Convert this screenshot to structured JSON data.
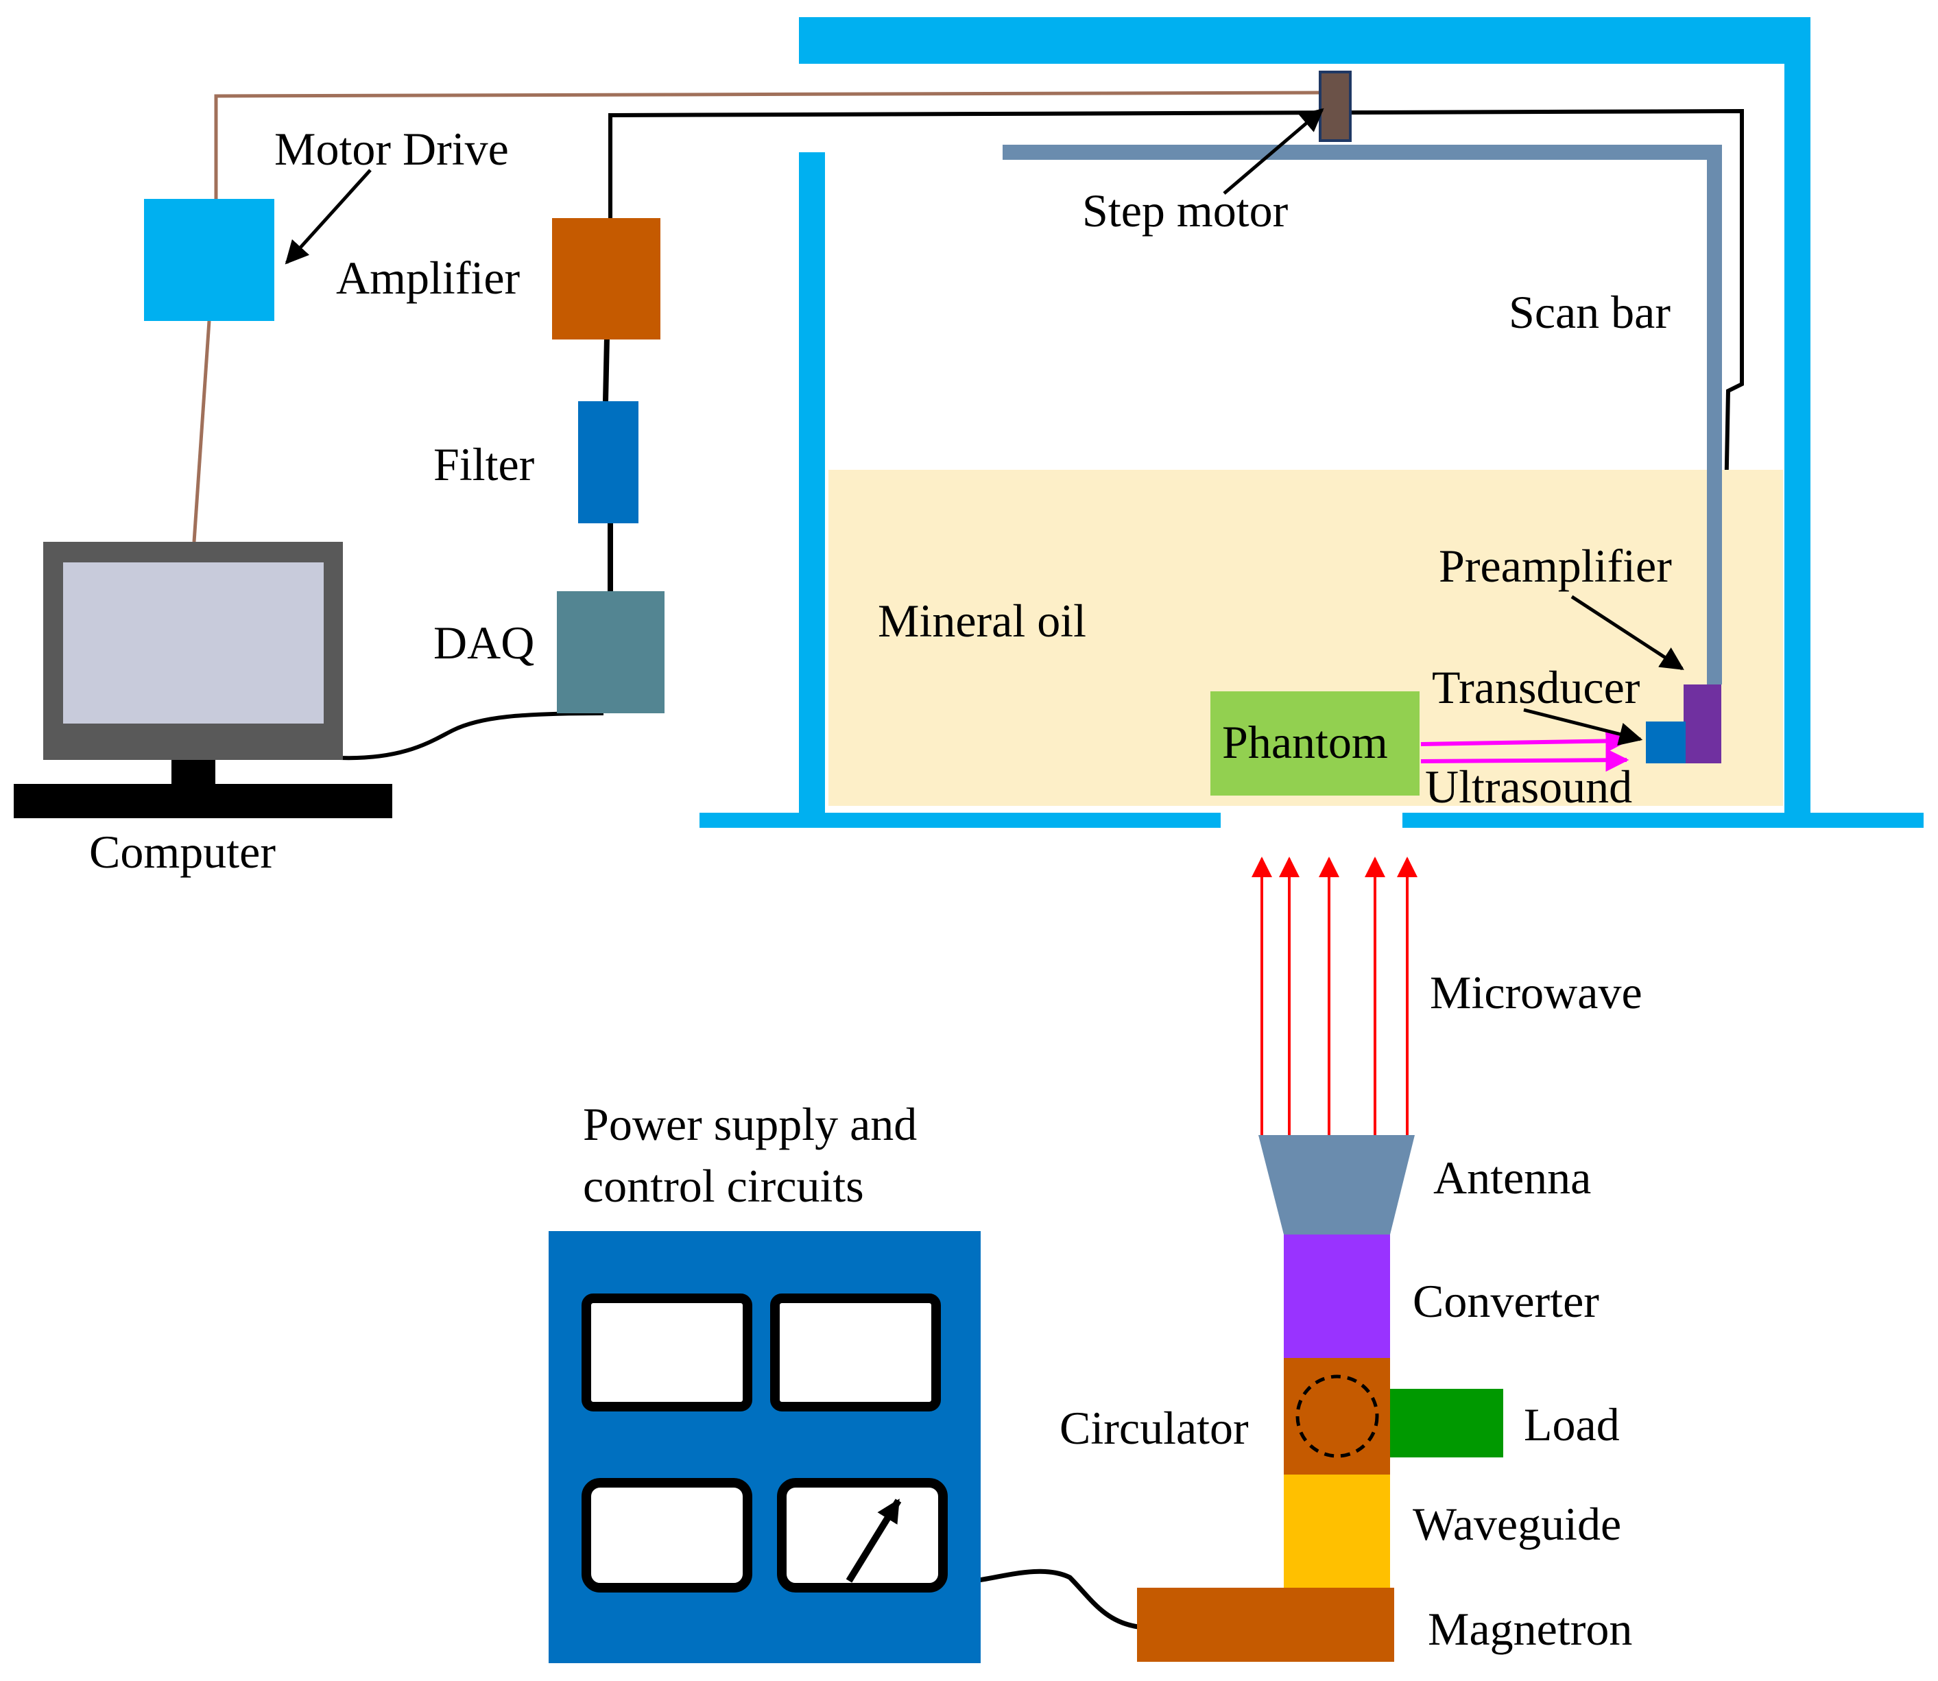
{
  "labels": {
    "motor_drive": "Motor Drive",
    "amplifier": "Amplifier",
    "filter": "Filter",
    "daq": "DAQ",
    "computer": "Computer",
    "step_motor": "Step motor",
    "scan_bar": "Scan bar",
    "mineral_oil": "Mineral oil",
    "preamplifier": "Preamplifier",
    "transducer": "Transducer",
    "phantom": "Phantom",
    "ultrasound": "Ultrasound",
    "microwave": "Microwave",
    "power_supply_line1": "Power supply and",
    "power_supply_line2": "control circuits",
    "antenna": "Antenna",
    "converter": "Converter",
    "circulator": "Circulator",
    "load": "Load",
    "waveguide": "Waveguide",
    "magnetron": "Magnetron"
  },
  "colors": {
    "tank": "#00b0f0",
    "motor_drive": "#00b0f0",
    "amplifier": "#c55a00",
    "filter": "#0070c0",
    "daq": "#538592",
    "monitor_frame": "#595959",
    "monitor_screen": "#c8cbdb",
    "step_motor": "#6b5248",
    "scan_bar": "#6a8cae",
    "mineral_oil": "#fdefc8",
    "phantom": "#92d050",
    "preamplifier": "#7030a0",
    "transducer": "#0070c0",
    "ultrasound": "#ff00ff",
    "microwave": "#ff0000",
    "antenna": "#6a8cae",
    "converter": "#9933ff",
    "circulator": "#c55a00",
    "load": "#009900",
    "waveguide": "#ffc000",
    "magnetron": "#c55a00",
    "control_panel": "#0070c0",
    "motor_wire": "#a0705a"
  },
  "icons": {
    "meter": "analog-meter-icon",
    "circulator": "dashed-circle-icon"
  }
}
